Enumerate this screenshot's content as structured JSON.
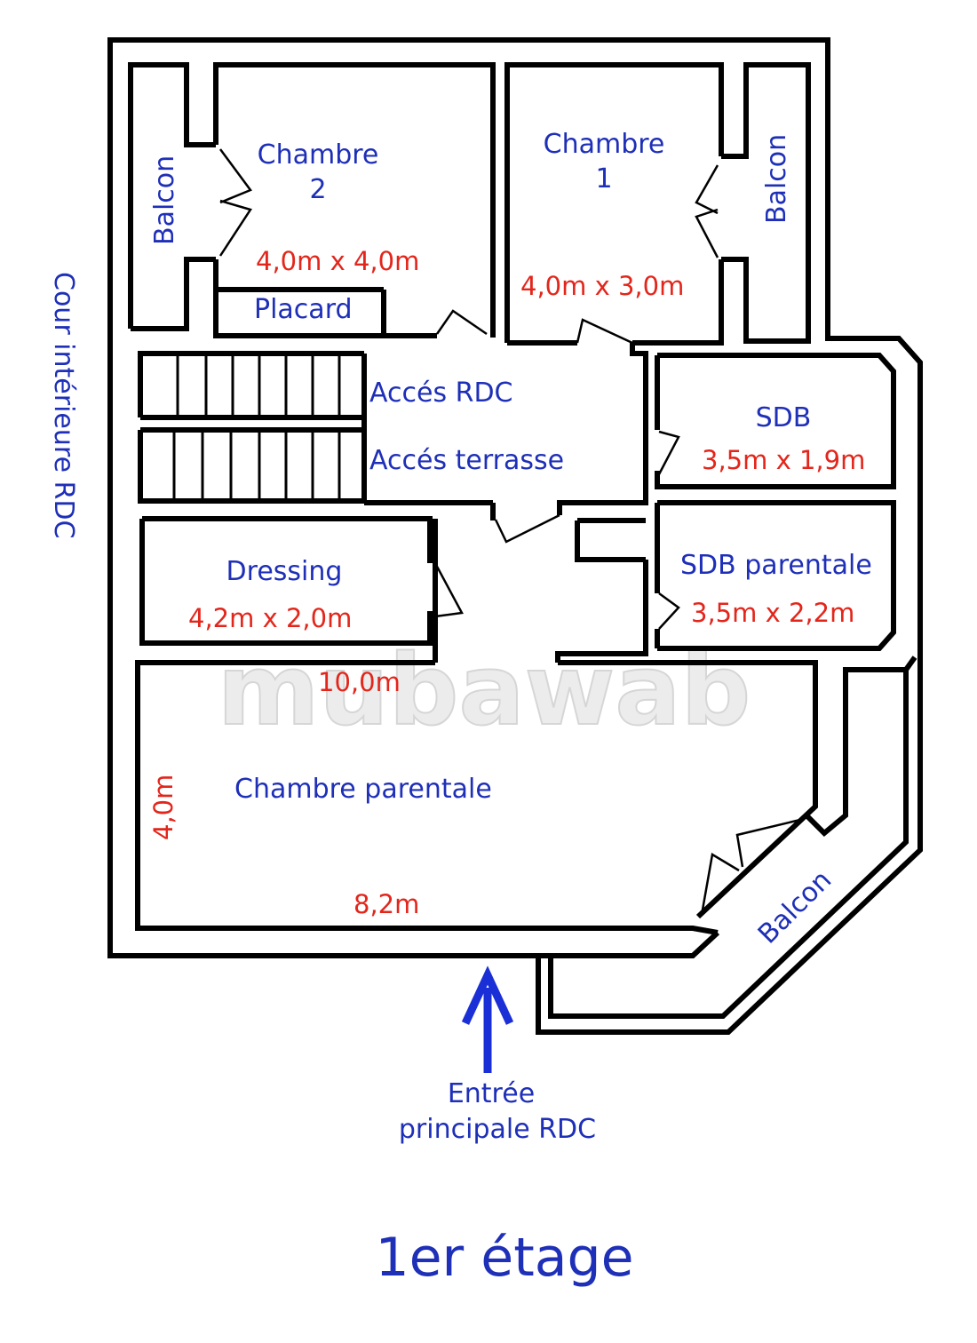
{
  "watermark": "mubawab",
  "rooms": {
    "chambre2": {
      "name": "Chambre\n2",
      "dims": "4,0m x 4,0m"
    },
    "chambre1": {
      "name": "Chambre\n1",
      "dims": "4,0m x 3,0m"
    },
    "placard": {
      "name": "Placard"
    },
    "balcon_left": {
      "name": "Balcon"
    },
    "balcon_right": {
      "name": "Balcon"
    },
    "balcon_bottom": {
      "name": "Balcon"
    },
    "acces_rdc": {
      "name": "Accés RDC"
    },
    "acces_terrasse": {
      "name": "Accés terrasse"
    },
    "sdb": {
      "name": "SDB",
      "dims": "3,5m x 1,9m"
    },
    "sdb_parentale": {
      "name": "SDB parentale",
      "dims": "3,5m x 2,2m"
    },
    "dressing": {
      "name": "Dressing",
      "dims": "4,2m x 2,0m"
    },
    "chambre_parentale": {
      "name": "Chambre parentale",
      "width_top": "10,0m",
      "height": "4,0m",
      "width_bottom": "8,2m"
    }
  },
  "cour": "Cour intérieure RDC",
  "entree": "Entrée\nprincipale RDC",
  "floor_title": "1er étage",
  "colors": {
    "label": "#1e2fb8",
    "dimension": "#e3261b",
    "wall": "#000000"
  }
}
